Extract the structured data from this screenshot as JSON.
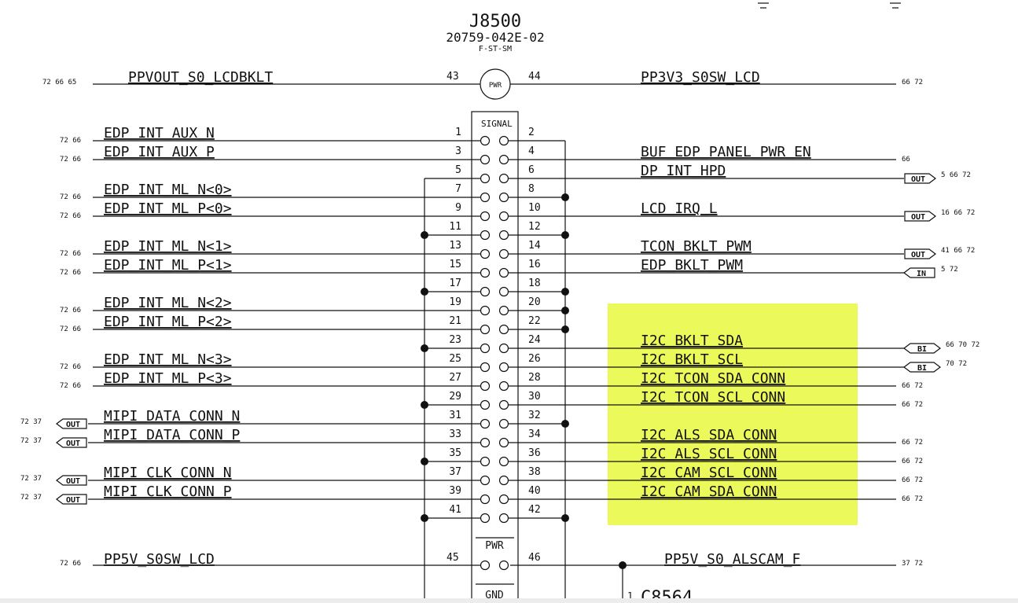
{
  "connector": {
    "refdes": "J8500",
    "part_number": "20759-042E-02",
    "variant": "F-ST-SM",
    "signal_label": "SIGNAL",
    "pwr_circle_label": "PWR",
    "pwr_section_label": "PWR",
    "gnd_section_label": "GND"
  },
  "highlight_color": "#ecf95a",
  "capacitor_ref": "C8564",
  "capacitor_pin": "1",
  "top_nets": {
    "left": {
      "name": "PPVOUT_S0_LCDBKLT",
      "refs": "72 66 65",
      "pin": "43"
    },
    "right": {
      "name": "PP3V3_S0SW_LCD",
      "refs": "66 72",
      "pin": "44"
    }
  },
  "bottom_nets": {
    "left": {
      "name": "PP5V_S0SW_LCD",
      "refs": "72 66",
      "pin": "45"
    },
    "right": {
      "name": "PP5V_S0_ALSCAM_F",
      "refs": "37 72",
      "pin": "46"
    }
  },
  "rows": [
    {
      "odd": "1",
      "even": "2",
      "left": {
        "name": "EDP_INT_AUX_N",
        "refs": "72 66"
      }
    },
    {
      "odd": "3",
      "even": "4",
      "left": {
        "name": "EDP_INT_AUX_P",
        "refs": "72 66"
      },
      "right": {
        "name": "BUF_EDP_PANEL_PWR_EN",
        "refs": "66"
      }
    },
    {
      "odd": "5",
      "even": "6",
      "right": {
        "name": "DP_INT_HPD",
        "refs": "5 66 72",
        "flag": "OUT"
      }
    },
    {
      "odd": "7",
      "even": "8",
      "left": {
        "name": "EDP_INT_ML_N<0>",
        "refs": "72 66"
      }
    },
    {
      "odd": "9",
      "even": "10",
      "left": {
        "name": "EDP_INT_ML_P<0>",
        "refs": "72 66"
      },
      "right": {
        "name": "LCD_IRQ_L",
        "refs": "16 66 72",
        "flag": "OUT"
      }
    },
    {
      "odd": "11",
      "even": "12"
    },
    {
      "odd": "13",
      "even": "14",
      "left": {
        "name": "EDP_INT_ML_N<1>",
        "refs": "72 66"
      },
      "right": {
        "name": "TCON_BKLT_PWM",
        "refs": "41 66 72",
        "flag": "OUT"
      }
    },
    {
      "odd": "15",
      "even": "16",
      "left": {
        "name": "EDP_INT_ML_P<1>",
        "refs": "72 66"
      },
      "right": {
        "name": "EDP_BKLT_PWM",
        "refs": "5 72",
        "flag": "IN"
      }
    },
    {
      "odd": "17",
      "even": "18"
    },
    {
      "odd": "19",
      "even": "20",
      "left": {
        "name": "EDP_INT_ML_N<2>",
        "refs": "72 66"
      }
    },
    {
      "odd": "21",
      "even": "22",
      "left": {
        "name": "EDP_INT_ML_P<2>",
        "refs": "72 66"
      }
    },
    {
      "odd": "23",
      "even": "24",
      "right": {
        "name": "I2C_BKLT_SDA",
        "refs": "66 70 72",
        "flag": "BI"
      }
    },
    {
      "odd": "25",
      "even": "26",
      "left": {
        "name": "EDP_INT_ML_N<3>",
        "refs": "72 66"
      },
      "right": {
        "name": "I2C_BKLT_SCL",
        "refs": "70 72",
        "flag": "BI"
      }
    },
    {
      "odd": "27",
      "even": "28",
      "left": {
        "name": "EDP_INT_ML_P<3>",
        "refs": "72 66"
      },
      "right": {
        "name": "I2C_TCON_SDA_CONN",
        "refs": "66 72"
      }
    },
    {
      "odd": "29",
      "even": "30",
      "right": {
        "name": "I2C_TCON_SCL_CONN",
        "refs": "66 72"
      }
    },
    {
      "odd": "31",
      "even": "32",
      "left": {
        "name": "MIPI_DATA_CONN_N",
        "refs": "72 37",
        "flag": "OUT"
      }
    },
    {
      "odd": "33",
      "even": "34",
      "left": {
        "name": "MIPI_DATA_CONN_P",
        "refs": "72 37",
        "flag": "OUT"
      },
      "right": {
        "name": "I2C_ALS_SDA_CONN",
        "refs": "66 72"
      }
    },
    {
      "odd": "35",
      "even": "36",
      "right": {
        "name": "I2C_ALS_SCL_CONN",
        "refs": "66 72"
      }
    },
    {
      "odd": "37",
      "even": "38",
      "left": {
        "name": "MIPI_CLK_CONN_N",
        "refs": "72 37",
        "flag": "OUT"
      },
      "right": {
        "name": "I2C_CAM_SCL_CONN",
        "refs": "66 72"
      }
    },
    {
      "odd": "39",
      "even": "40",
      "left": {
        "name": "MIPI_CLK_CONN_P",
        "refs": "72 37",
        "flag": "OUT"
      },
      "right": {
        "name": "I2C_CAM_SDA_CONN",
        "refs": "66 72"
      }
    },
    {
      "odd": "41",
      "even": "42"
    }
  ]
}
